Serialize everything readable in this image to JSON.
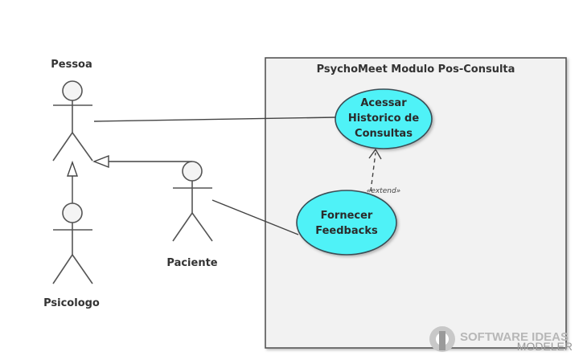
{
  "system": {
    "title": "PsychoMeet Modulo Pos-Consulta"
  },
  "actors": {
    "pessoa": "Pessoa",
    "psicologo": "Psicologo",
    "paciente": "Paciente"
  },
  "use_cases": {
    "historico": [
      "Acessar",
      "Historico de",
      "Consultas"
    ],
    "feedbacks": [
      "Fornecer",
      "Feedbacks"
    ]
  },
  "relations": {
    "extend_label": "«extend»"
  },
  "watermark": {
    "line1": "SOFTWARE IDEAS",
    "line2": "MODELER"
  },
  "colors": {
    "use_case_fill": "#4ff2f7",
    "use_case_stroke": "#3a4d55",
    "system_fill": "#f2f2f2",
    "system_stroke": "#555555"
  }
}
